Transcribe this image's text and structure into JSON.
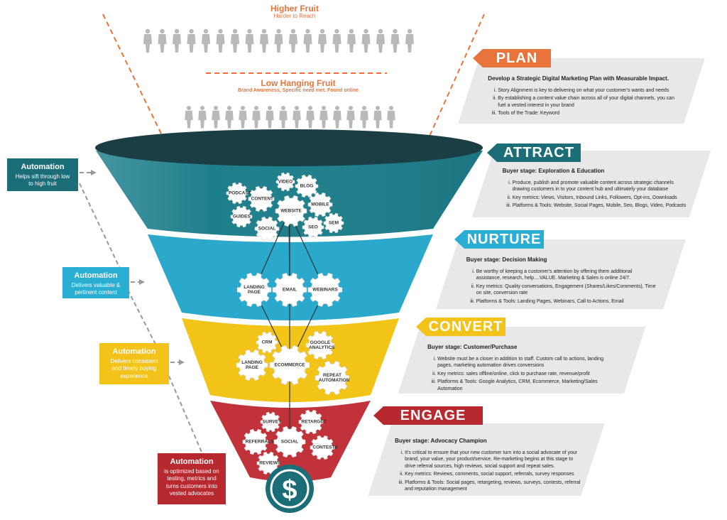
{
  "top": {
    "higher_title": "Higher Fruit",
    "higher_sub": "Harder to Reach",
    "lower_title": "Low Hanging Fruit",
    "lower_sub": "Brand Awareness, Specific need met. Found online"
  },
  "stages": {
    "plan": {
      "label": "PLAN",
      "color": "#e8743b",
      "heading": "Develop a Strategic Digital Marketing Plan with Measurable Impact.",
      "items": [
        "Story Alignment is key to delivering on what your customer's wants and needs",
        "By establishing a content value chain across all of your digital channels, you can fuel a vested interest in your brand",
        "Tools of the Trade: Keyword"
      ]
    },
    "attract": {
      "label": "ATTRACT",
      "color": "#1b6e78",
      "heading": "Buyer stage: Exploration & Education",
      "items": [
        "Produce, publish and promote valuable content across strategic channels drawing customers in to your content hub and ultimately your database",
        "Key metrics: Views, Visitors, Inbound Links, Followers, Opt-ins, Downloads",
        "Platforms & Tools: Website, Social Pages, Mobile, Seo, Blogs, Video, Podcasts"
      ]
    },
    "nurture": {
      "label": "NURTURE",
      "color": "#2aaed4",
      "heading": "Buyer stage: Decision Making",
      "items": [
        "Be worthy of keeping a customer's attention by offering them additional assistance, research, help....VALUE. Marketing & Sales is online 24/7.",
        "Key metrics: Quality conversations, Engagement (Shares/Likes/Comments), Time on site, conversion rate",
        "Platforms & Tools: Landing Pages, Webinars, Call to Actions, Email"
      ]
    },
    "convert": {
      "label": "CONVERT",
      "color": "#f4c31a",
      "heading": "Buyer stage: Customer/Purchase",
      "items": [
        "Website must be a closer in addition to staff. Custom call to actions, landing pages, marketing automation drives conversions",
        "Key metrics: sales offline/online, click to purchase rate, revenue/profit",
        "Platforms & Tools: Google Analytics, CRM, Ecommerce, Marketing/Sales Automation"
      ]
    },
    "engage": {
      "label": "ENGAGE",
      "color": "#b8282f",
      "heading": "Buyer stage: Advocacy Champion",
      "items": [
        "It's critical to ensure that your new customer turn into a social advocate of your brand, your value, your product/service. Re-marketing begins at this stage to drive referral sources, high reviews, social support and repeat sales.",
        "Key metrics: Reviews, comments, social support, referrals, survey responses",
        "Platforms & Tools: Social pages, retargeting, reviews, surveys, contests, referral and reputation management"
      ]
    }
  },
  "automation": [
    {
      "title": "Automation",
      "desc": "Helps sift through low to high fruit",
      "color": "#1b6e78"
    },
    {
      "title": "Automation",
      "desc": "Delivers valuable & pertinent content",
      "color": "#2aaed4"
    },
    {
      "title": "Automation",
      "desc": "Delivers consistent and timely buying experience",
      "color": "#f4c31a"
    },
    {
      "title": "Automation",
      "desc": "is optimized based on testing, metrics and turns customers into vested advocates",
      "color": "#b8282f"
    }
  ],
  "gears": {
    "attract": [
      "PODCAST",
      "CONTENT",
      "VIDEO",
      "BLOG",
      "MOBILE",
      "GUIDES",
      "WEBSITE",
      "SOCIAL",
      "SEO",
      "SEM"
    ],
    "nurture": [
      "LANDING PAGE",
      "EMAIL",
      "WEBINARS"
    ],
    "convert": [
      "CRM",
      "GOOGLE ANALYTICS",
      "LANDING PAGE",
      "ECOMMERCE",
      "REPEAT AUTOMATION"
    ],
    "engage": [
      "SURVEY",
      "RETARGET",
      "REFERRALS",
      "SOCIAL",
      "CONTESTS",
      "REVIEWS"
    ]
  },
  "dollar_symbol": "$",
  "icons": [
    "person-silhouette-icon",
    "gear-icon",
    "dollar-icon",
    "arrow-right-icon"
  ]
}
